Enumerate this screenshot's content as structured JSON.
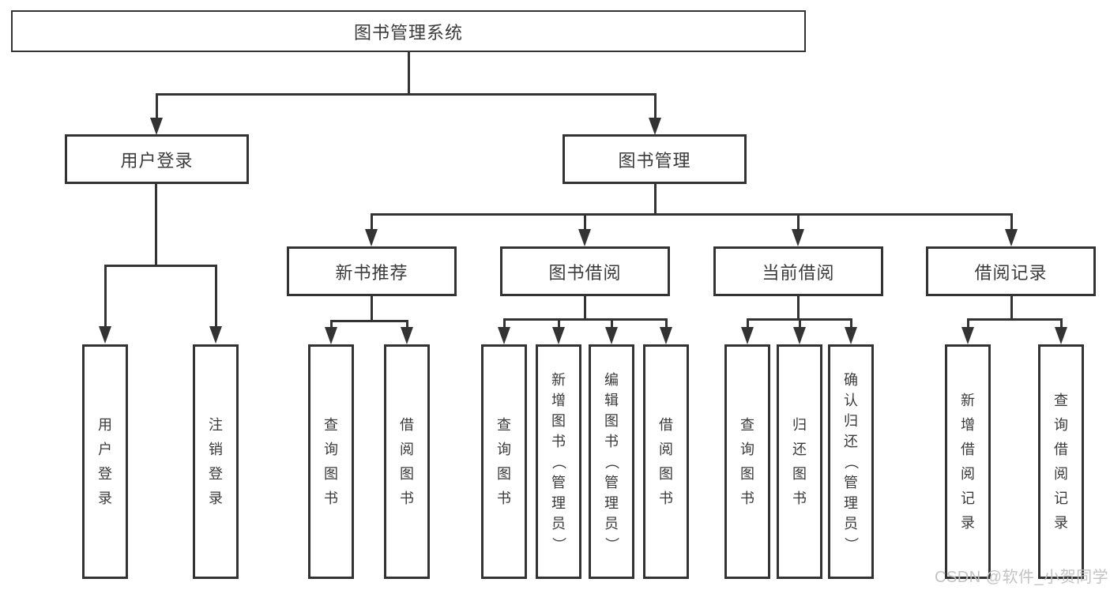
{
  "diagram": {
    "tree": {
      "root": {
        "label": "图书管理系统",
        "children": [
          {
            "label": "用户登录",
            "children": [
              {
                "label": "用户登录"
              },
              {
                "label": "注销登录"
              }
            ]
          },
          {
            "label": "图书管理",
            "children": [
              {
                "label": "新书推荐",
                "children": [
                  {
                    "label": "查询图书"
                  },
                  {
                    "label": "借阅图书"
                  }
                ]
              },
              {
                "label": "图书借阅",
                "children": [
                  {
                    "label": "查询图书"
                  },
                  {
                    "label": "新增图书（管理员）"
                  },
                  {
                    "label": "编辑图书（管理员）"
                  },
                  {
                    "label": "借阅图书"
                  }
                ]
              },
              {
                "label": "当前借阅",
                "children": [
                  {
                    "label": "查询图书"
                  },
                  {
                    "label": "归还图书"
                  },
                  {
                    "label": "确认归还（管理员）"
                  }
                ]
              },
              {
                "label": "借阅记录",
                "children": [
                  {
                    "label": "新增借阅记录"
                  },
                  {
                    "label": "查询借阅记录"
                  }
                ]
              }
            ]
          }
        ]
      }
    },
    "colors": {
      "line": "#333333",
      "text": "#3a3a3a",
      "background": "#ffffff",
      "watermark": "#c1c1c1"
    }
  },
  "watermark": {
    "text": "CSDN @软件_小贺同学"
  }
}
